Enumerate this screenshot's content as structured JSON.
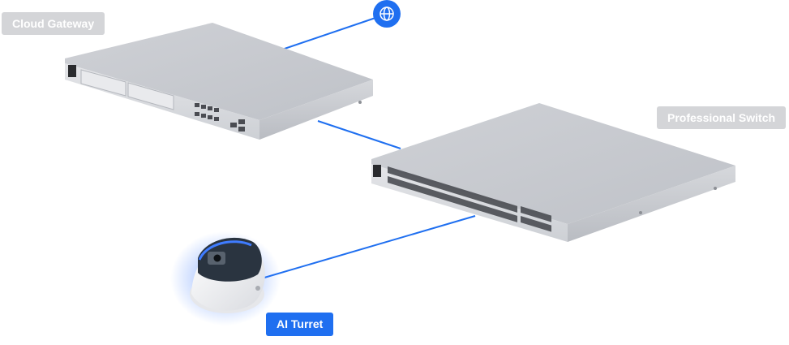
{
  "labels": {
    "cloud_gateway": "Cloud Gateway",
    "professional_switch": "Professional Switch",
    "ai_turret": "AI Turret"
  },
  "icons": {
    "internet": "globe-icon"
  },
  "colors": {
    "link": "#1f6ff0",
    "label_gray": "#d4d5d8",
    "label_blue": "#1f6ff0",
    "device": "#c9cbd0"
  }
}
